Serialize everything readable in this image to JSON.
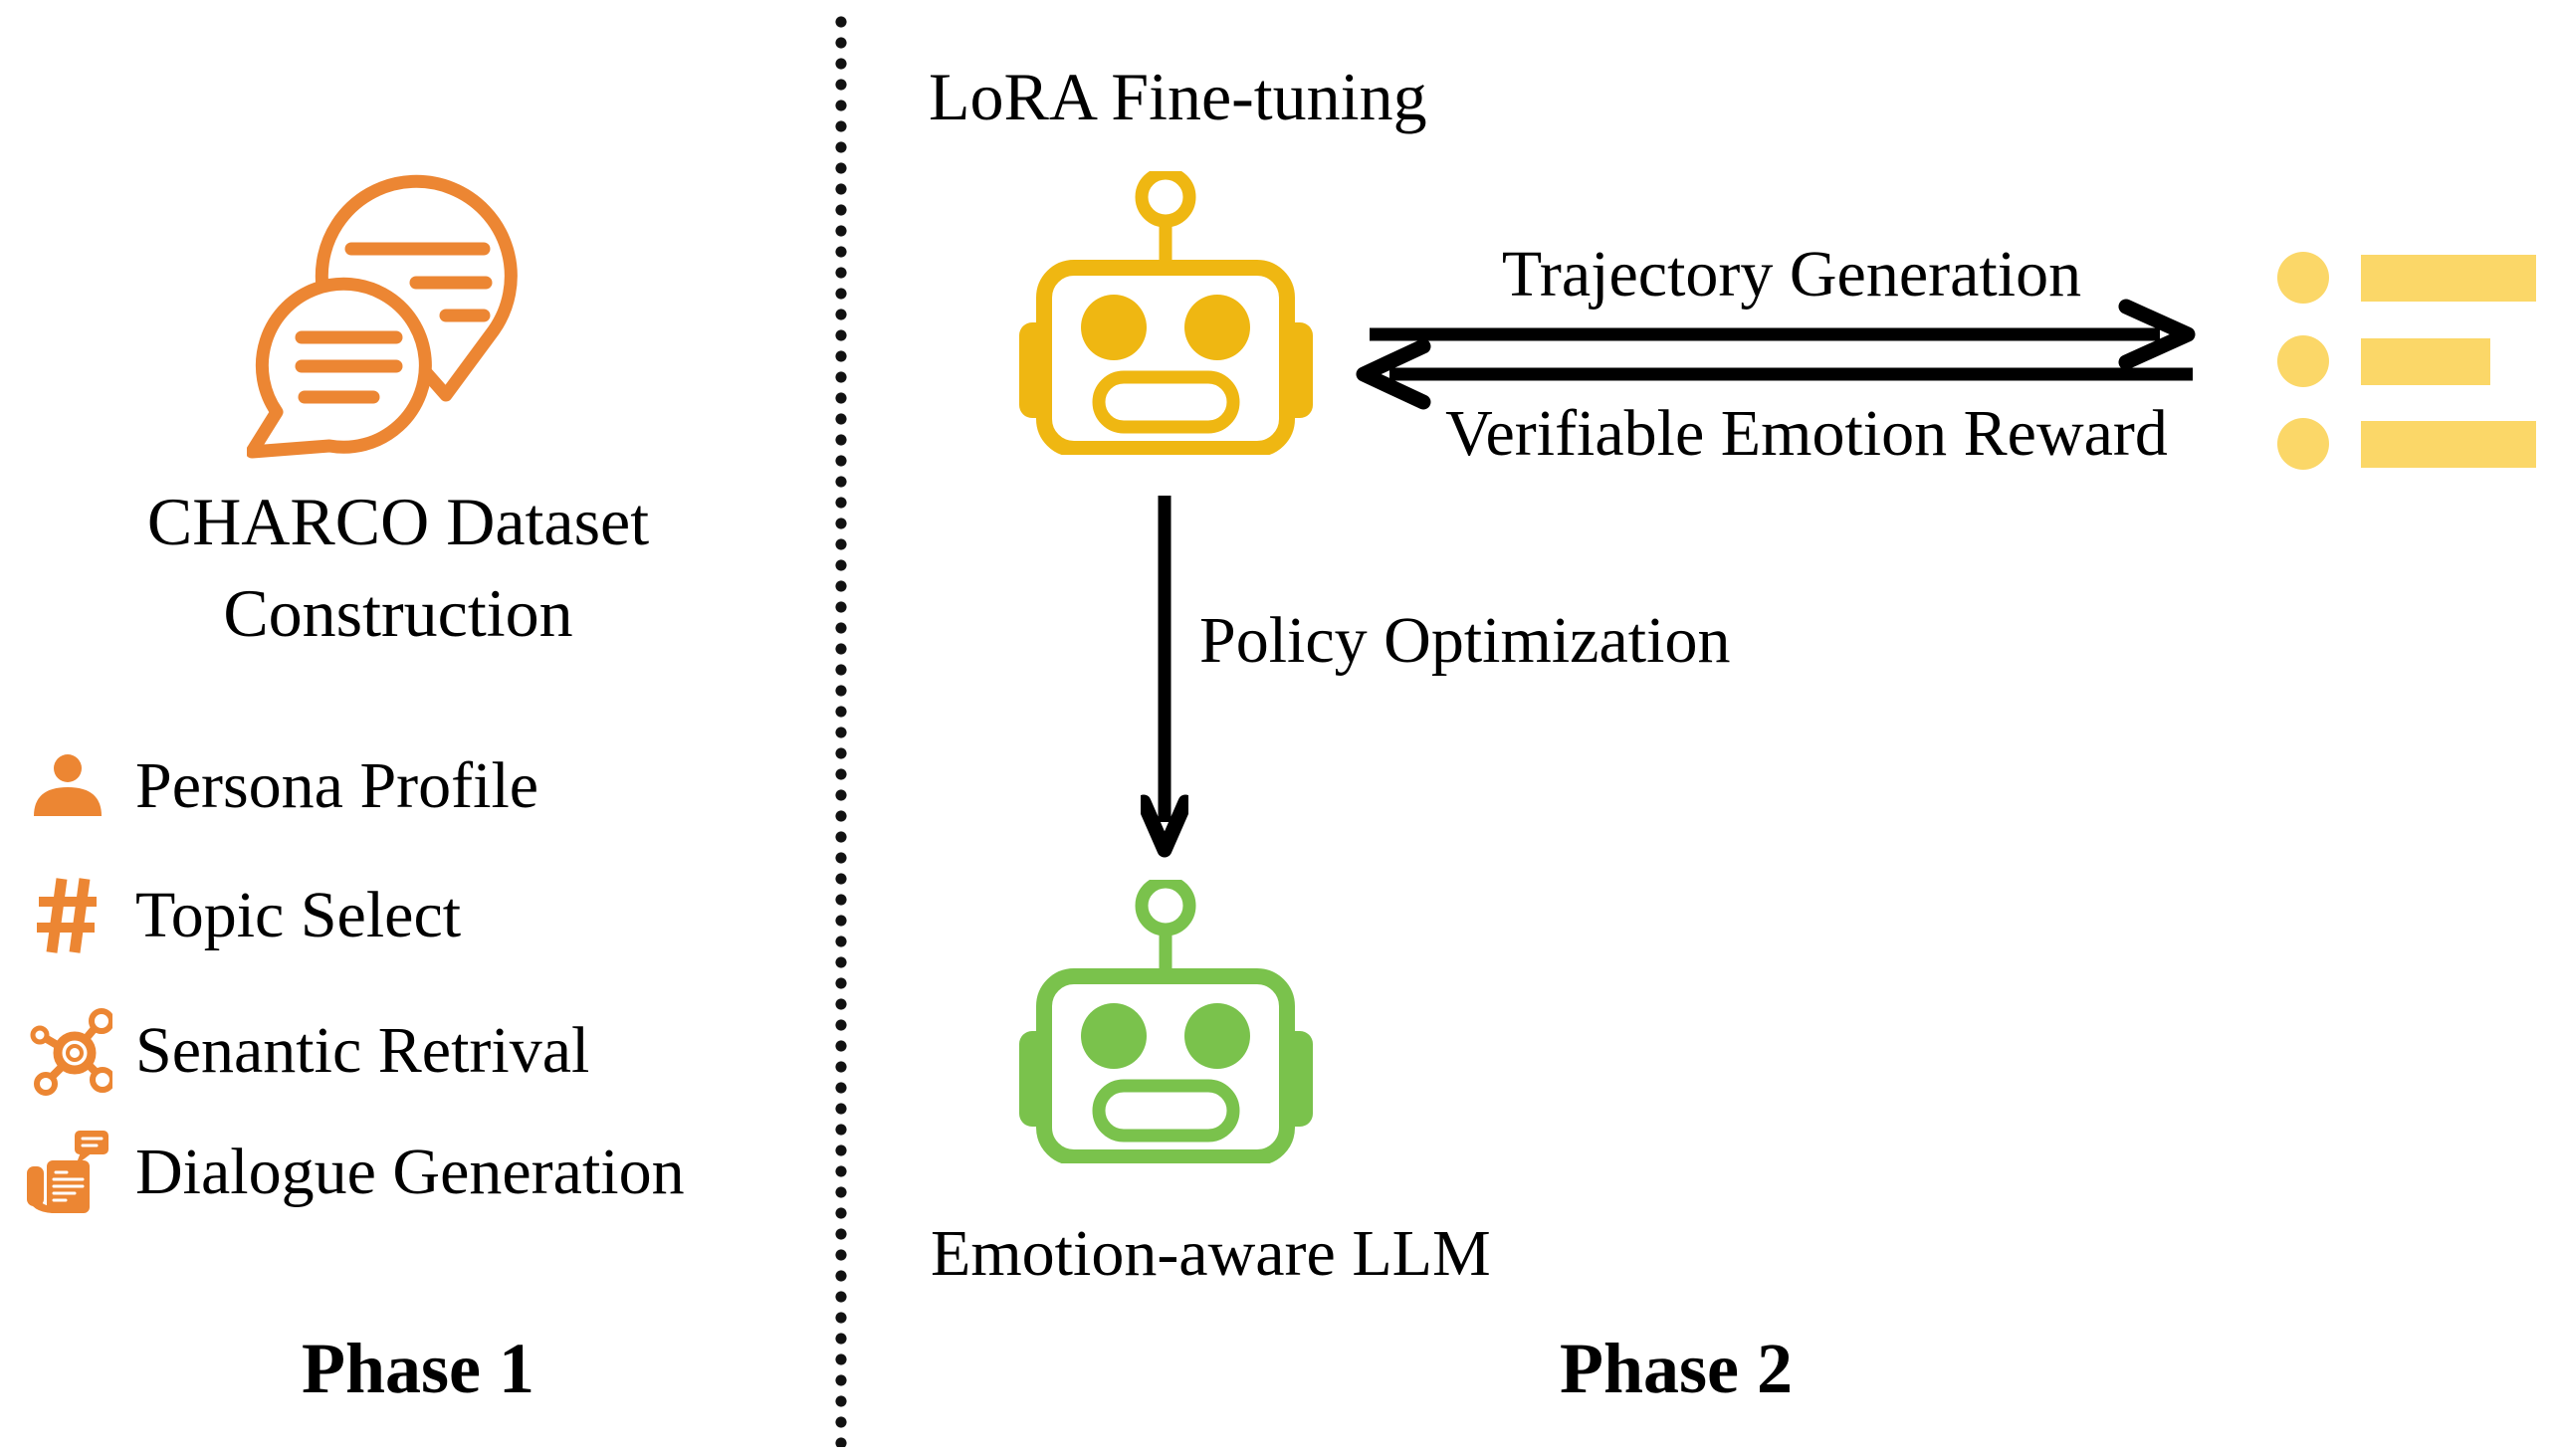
{
  "colors": {
    "orange": "#EC8633",
    "yellow": "#EFB712",
    "pale_yellow": "#FBD768",
    "green": "#7AC24C",
    "ink": "#0A0A0A"
  },
  "phase1": {
    "title_line1": "CHARCO Dataset",
    "title_line2": "Construction",
    "items": [
      {
        "icon": "persona-icon",
        "label": "Persona Profile"
      },
      {
        "icon": "hashtag-icon",
        "label": "Topic Select"
      },
      {
        "icon": "semantic-network-icon",
        "label": "Senantic Retrival"
      },
      {
        "icon": "dialogue-document-icon",
        "label": "Dialogue Generation"
      }
    ],
    "phase_label": "Phase 1"
  },
  "phase2": {
    "lora_label": "LoRA Fine-tuning",
    "trajectory_label": "Trajectory Generation",
    "reward_label": "Verifiable Emotion Reward",
    "policy_label": "Policy Optimization",
    "emotion_llm_label": "Emotion-aware LLM",
    "phase_label": "Phase 2"
  }
}
